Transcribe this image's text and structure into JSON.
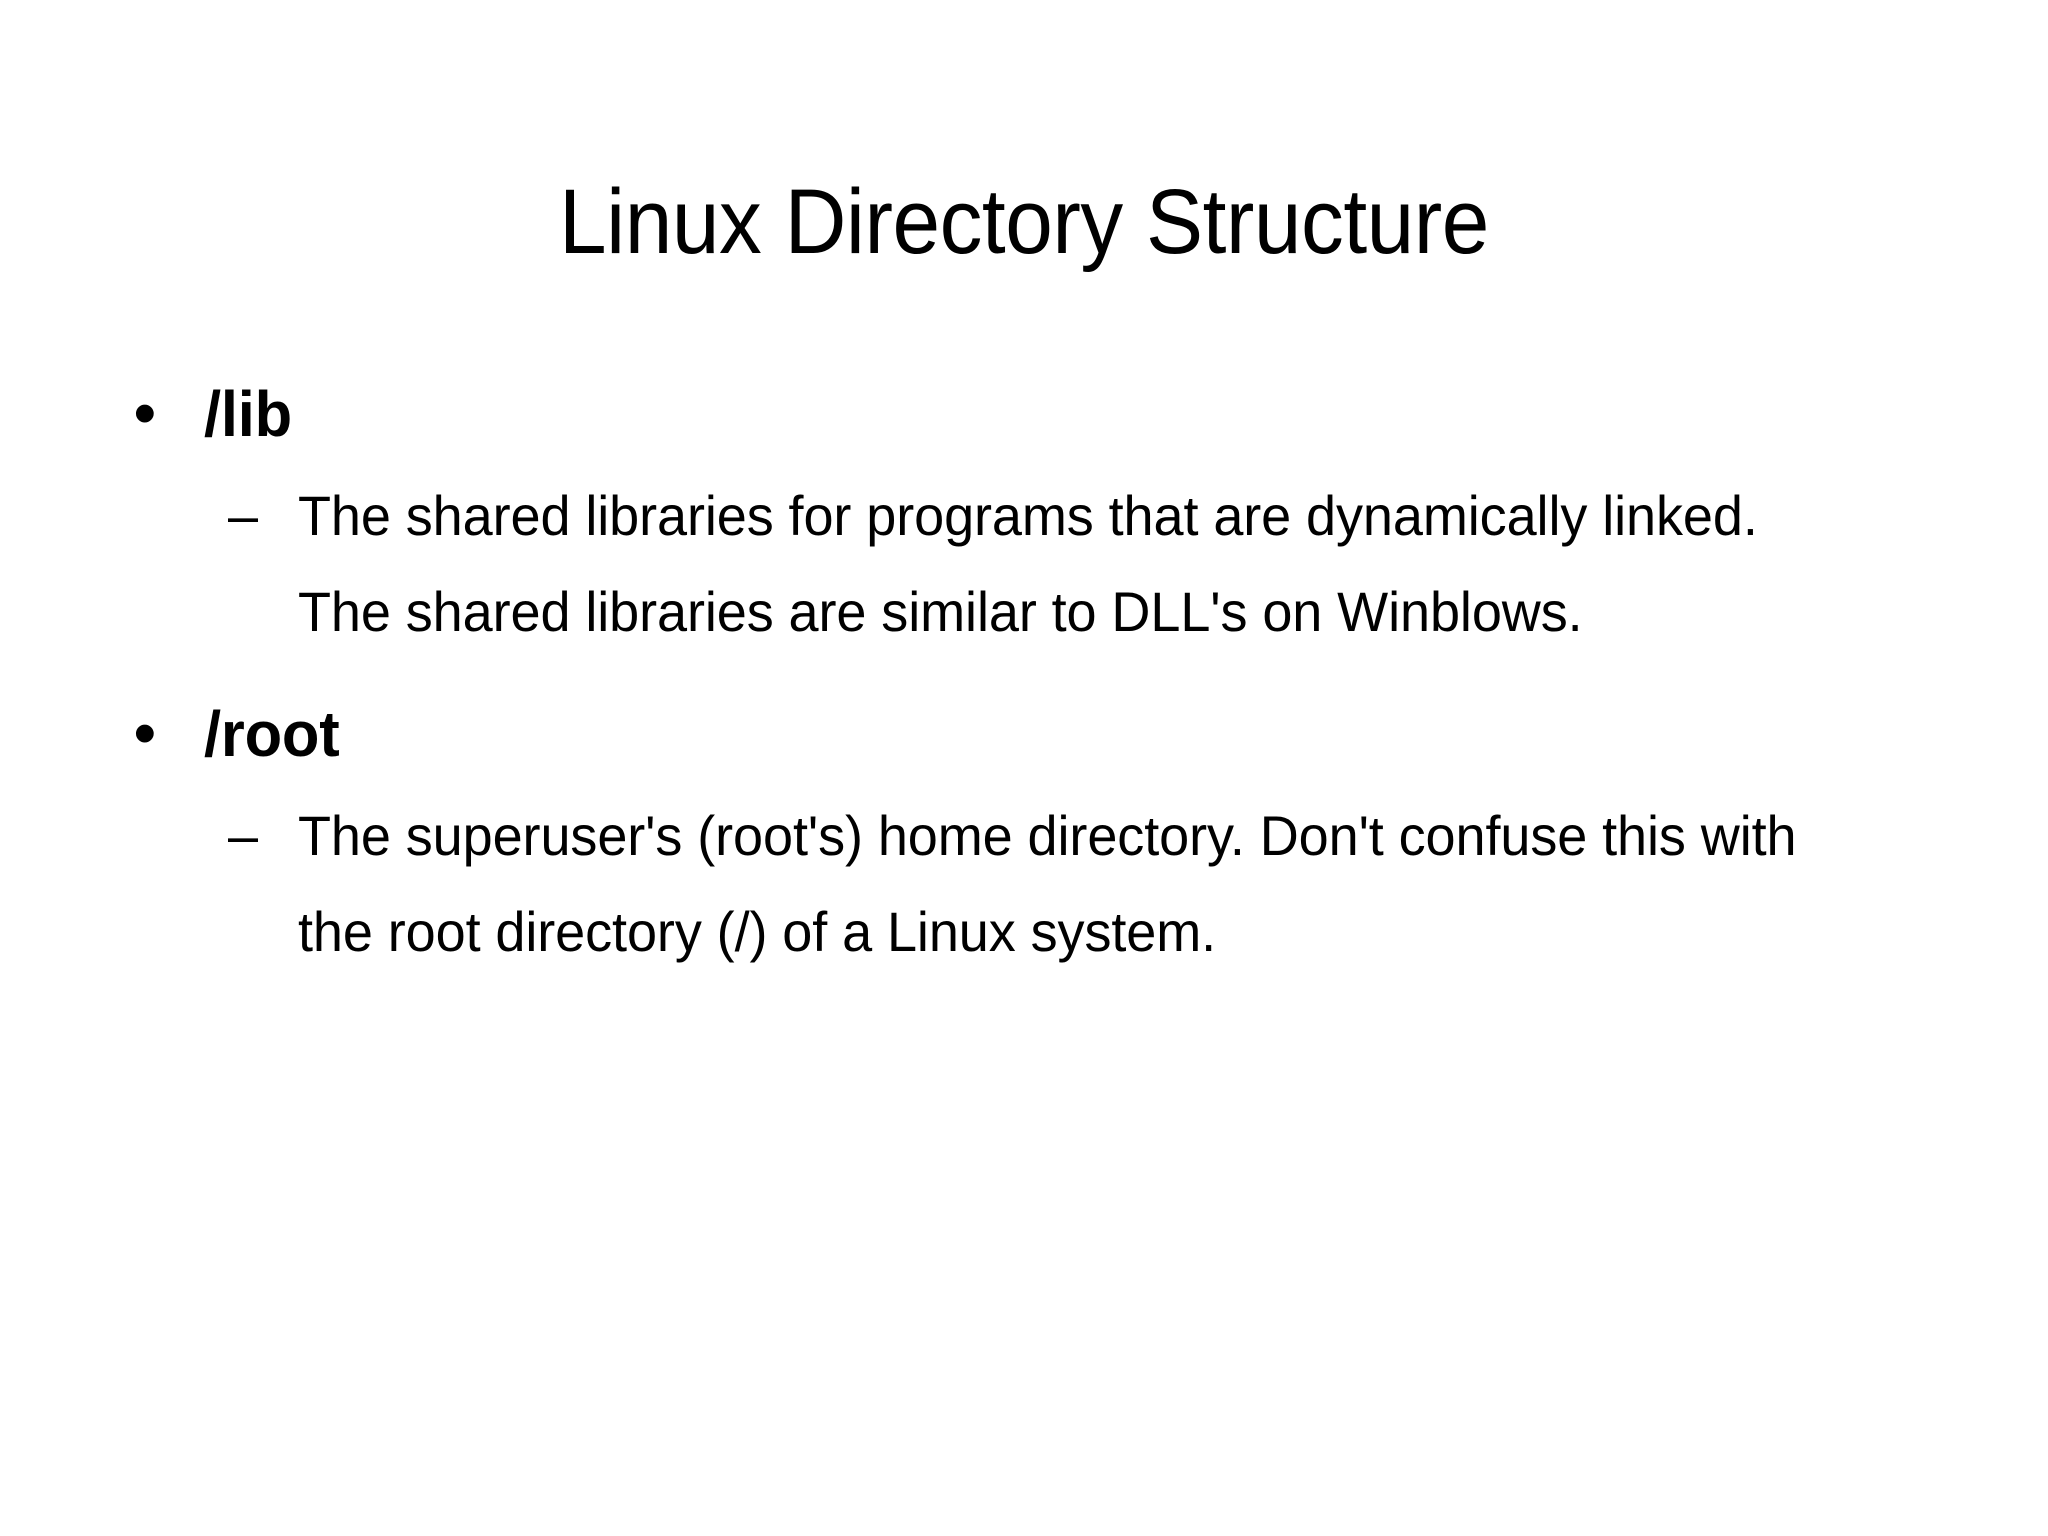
{
  "slide": {
    "title": "Linux Directory Structure",
    "background_color": "#ffffff",
    "text_color": "#000000",
    "bullet_glyph_level1": "•",
    "bullet_glyph_level2": "–",
    "items": [
      {
        "label": "/lib",
        "detail": "The shared libraries for programs that are dynamically linked. The shared libraries are similar to DLL's on Winblows."
      },
      {
        "label": "/root",
        "detail": "The superuser's (root's) home directory. Don't confuse this with the root directory (/) of a Linux system."
      }
    ]
  }
}
